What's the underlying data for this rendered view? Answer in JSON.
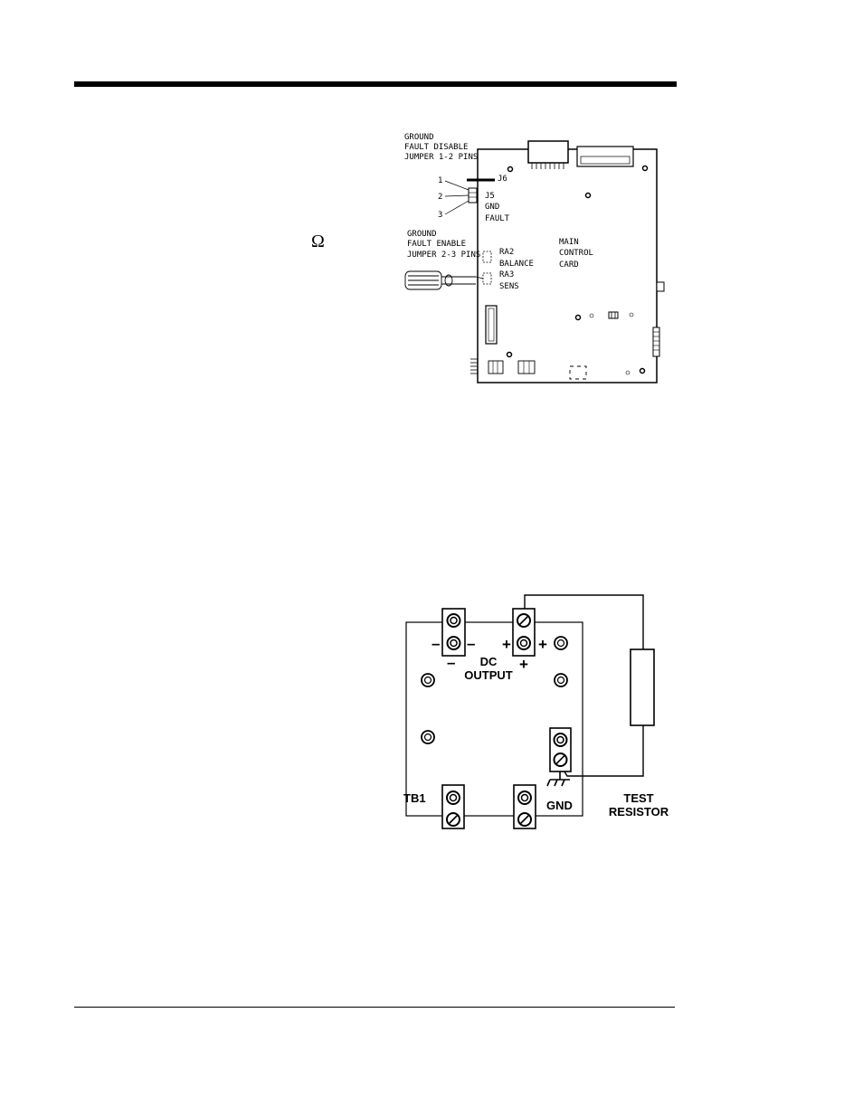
{
  "page": {
    "omega_symbol": "Ω"
  },
  "figure1": {
    "gf_disable": [
      "GROUND",
      "FAULT DISABLE",
      "JUMPER 1-2 PINS"
    ],
    "pins": [
      "1",
      "2",
      "3"
    ],
    "j6": "J6",
    "j5": [
      "J5",
      "GND",
      "FAULT"
    ],
    "gf_enable": [
      "GROUND",
      "FAULT ENABLE",
      "JUMPER 2-3 PINS"
    ],
    "ra2": [
      "RA2",
      "BALANCE"
    ],
    "ra3": [
      "RA3",
      "SENS"
    ],
    "card": [
      "MAIN",
      "CONTROL",
      "CARD"
    ]
  },
  "figure2": {
    "minus": "–",
    "plus": "+",
    "dc_output": [
      "DC",
      "OUTPUT"
    ],
    "tb1": "TB1",
    "gnd": "GND",
    "test_resistor": [
      "TEST",
      "RESISTOR"
    ]
  }
}
